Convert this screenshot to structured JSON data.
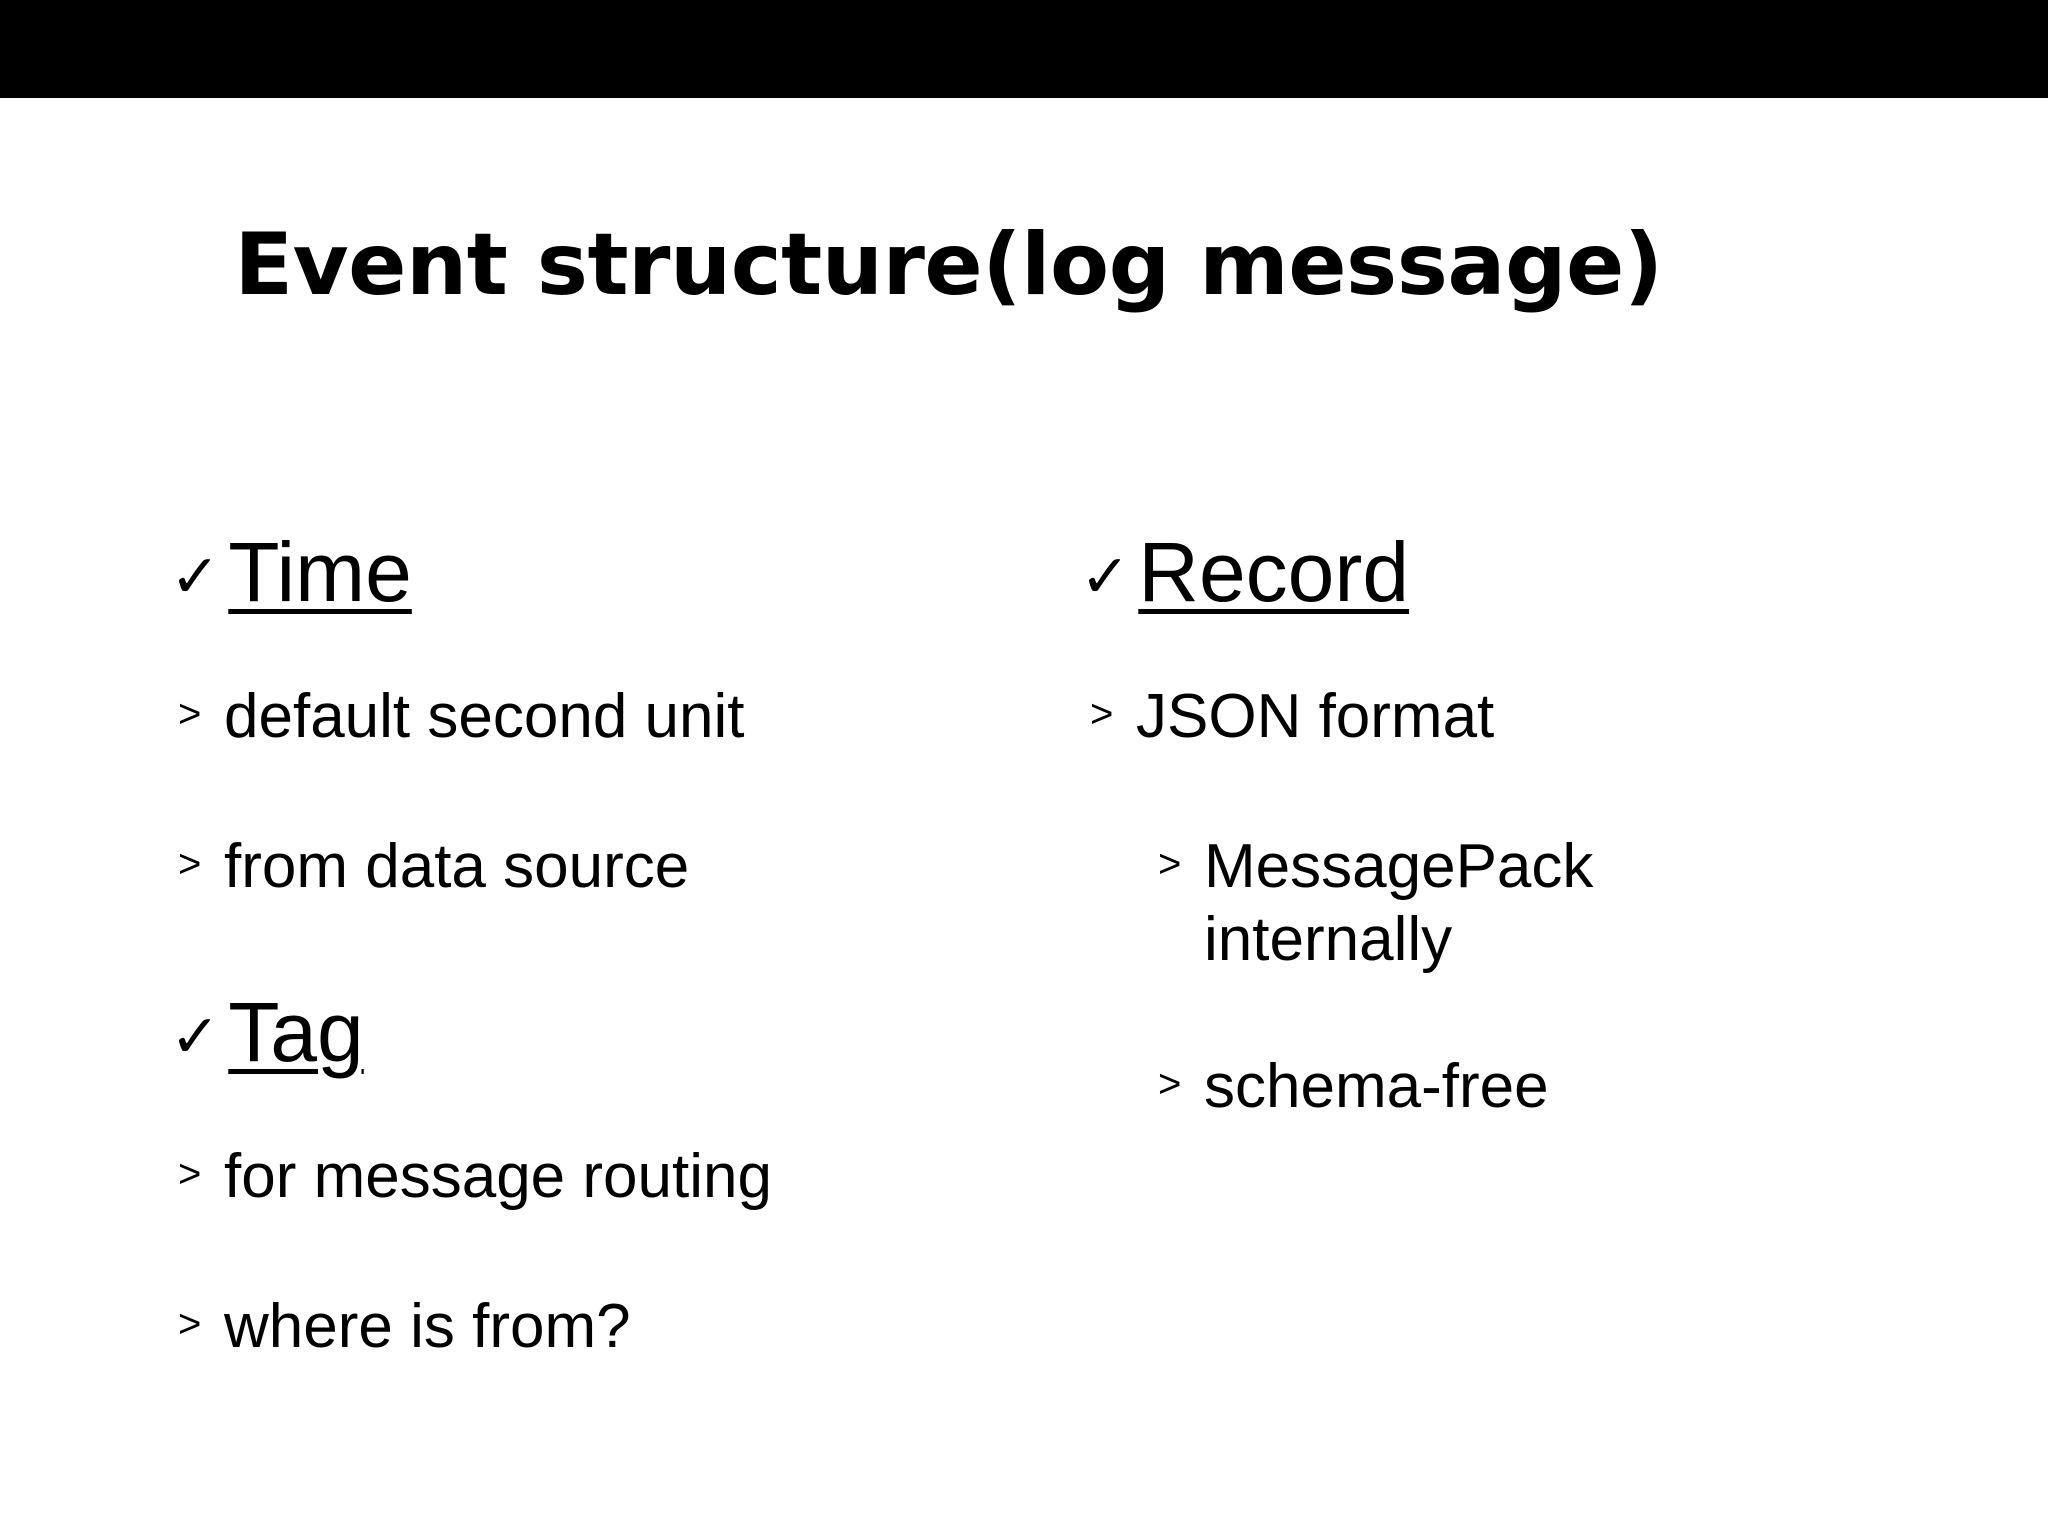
{
  "slide": {
    "title": "Event structure(log message)",
    "background_color": "#ffffff",
    "text_color": "#000000",
    "top_band_color": "#000000",
    "bullet_icons": {
      "heading_marker": "✓",
      "sub_marker": ">"
    },
    "columns": {
      "left": {
        "sections": [
          {
            "heading": "Time",
            "items": [
              {
                "text": "default second unit"
              },
              {
                "text": "from data source"
              }
            ]
          },
          {
            "heading": "Tag",
            "items": [
              {
                "text": "for message routing"
              },
              {
                "text": "where is from?"
              }
            ]
          }
        ]
      },
      "right": {
        "sections": [
          {
            "heading": "Record",
            "items": [
              {
                "text": "JSON format"
              },
              {
                "text": "MessagePack internally"
              },
              {
                "text": "schema-free"
              }
            ]
          }
        ]
      }
    }
  }
}
